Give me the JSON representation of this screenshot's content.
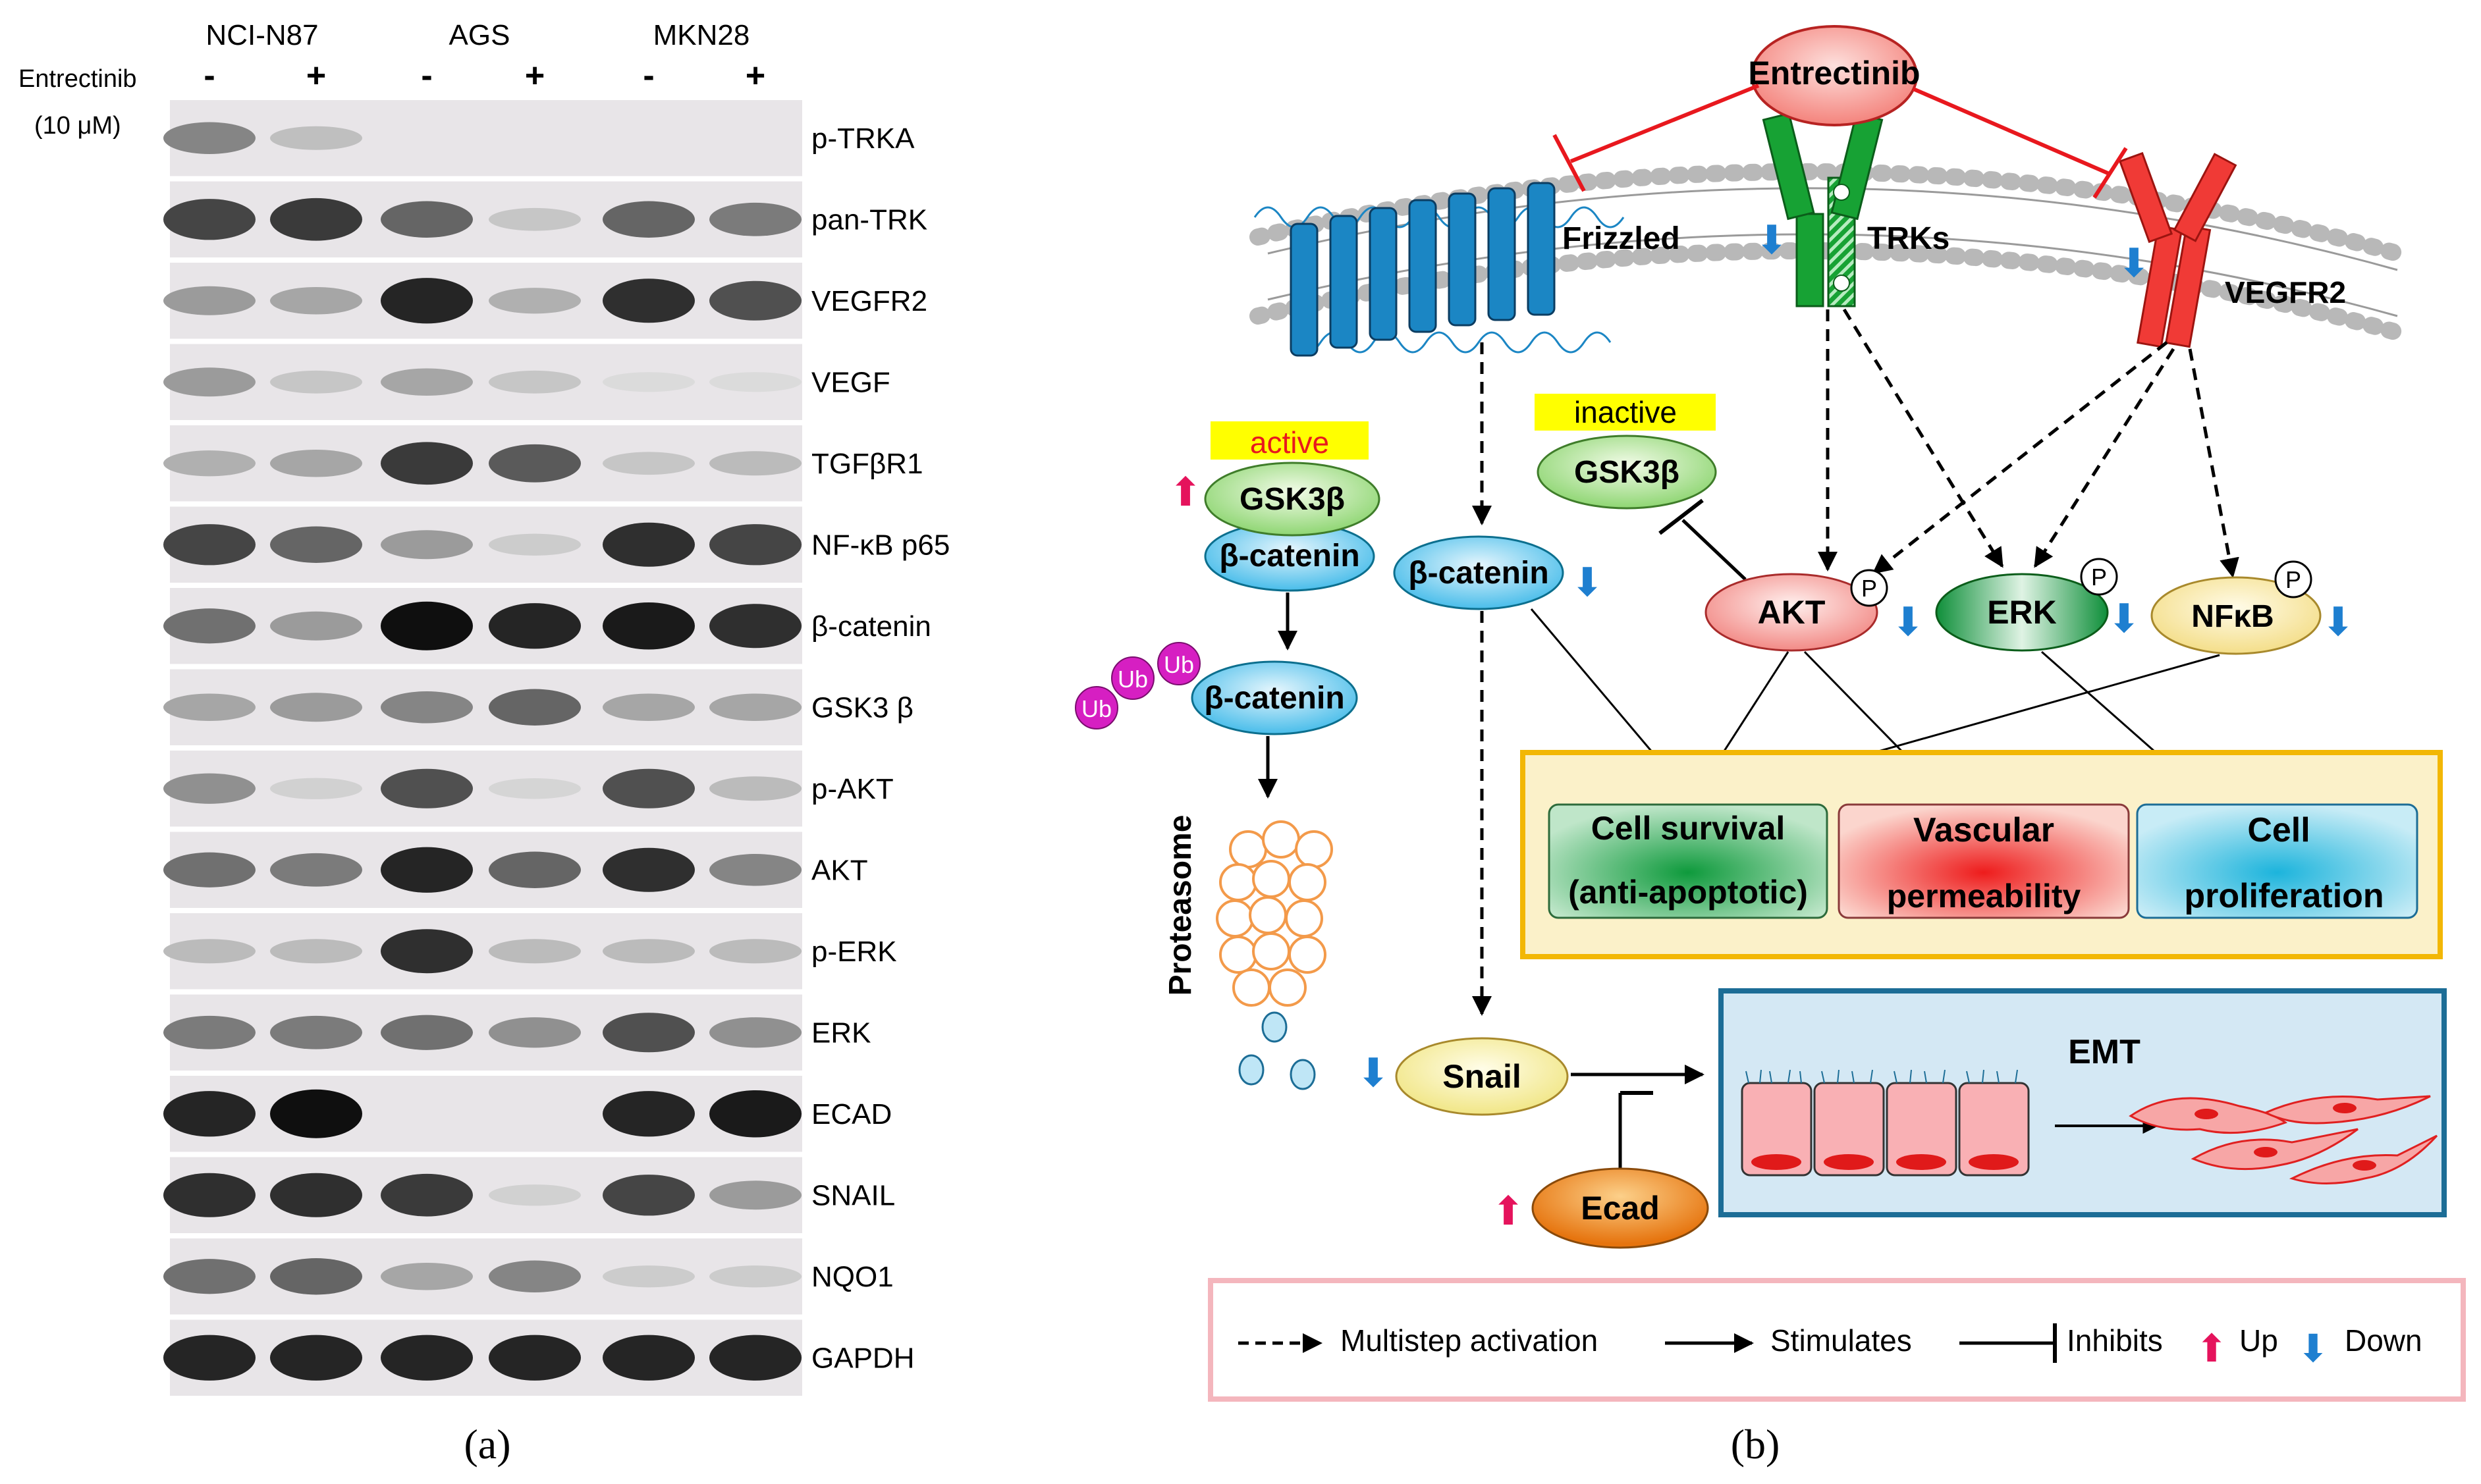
{
  "panel_a": {
    "caption": "(a)",
    "treatment_label": "Entrectinib",
    "dose_label": "(10 μM)",
    "cell_lines": [
      "NCI-N87",
      "AGS",
      "MKN28"
    ],
    "lane_signs": [
      "-",
      "+",
      "-",
      "+",
      "-",
      "+"
    ],
    "blots": [
      {
        "label": "p-TRKA",
        "bands": [
          0.45,
          0.18,
          0.0,
          0.0,
          0.0,
          0.0
        ]
      },
      {
        "label": "pan-TRK",
        "bands": [
          0.75,
          0.8,
          0.6,
          0.15,
          0.6,
          0.5
        ]
      },
      {
        "label": "VEGFR2",
        "bands": [
          0.35,
          0.3,
          0.9,
          0.25,
          0.85,
          0.7
        ]
      },
      {
        "label": "VEGF",
        "bands": [
          0.35,
          0.15,
          0.3,
          0.15,
          0.05,
          0.05
        ]
      },
      {
        "label": "TGFβR1",
        "bands": [
          0.25,
          0.3,
          0.8,
          0.65,
          0.15,
          0.2
        ]
      },
      {
        "label": "NF-κB p65",
        "bands": [
          0.75,
          0.6,
          0.35,
          0.12,
          0.85,
          0.75
        ]
      },
      {
        "label": "β-catenin",
        "bands": [
          0.55,
          0.35,
          1.0,
          0.9,
          0.95,
          0.85
        ]
      },
      {
        "label": "GSK3 β",
        "bands": [
          0.3,
          0.35,
          0.45,
          0.6,
          0.3,
          0.3
        ]
      },
      {
        "label": "p-AKT",
        "bands": [
          0.4,
          0.1,
          0.7,
          0.08,
          0.7,
          0.2
        ]
      },
      {
        "label": "AKT",
        "bands": [
          0.55,
          0.5,
          0.9,
          0.6,
          0.85,
          0.45
        ]
      },
      {
        "label": "p-ERK",
        "bands": [
          0.2,
          0.2,
          0.85,
          0.2,
          0.2,
          0.2
        ]
      },
      {
        "label": "ERK",
        "bands": [
          0.5,
          0.5,
          0.55,
          0.4,
          0.7,
          0.4
        ]
      },
      {
        "label": "ECAD",
        "bands": [
          0.9,
          1.0,
          0.0,
          0.0,
          0.9,
          0.95
        ]
      },
      {
        "label": "SNAIL",
        "bands": [
          0.85,
          0.85,
          0.8,
          0.1,
          0.75,
          0.35
        ]
      },
      {
        "label": "NQO1",
        "bands": [
          0.55,
          0.6,
          0.3,
          0.45,
          0.12,
          0.12
        ]
      },
      {
        "label": "GAPDH",
        "bands": [
          0.9,
          0.9,
          0.9,
          0.9,
          0.9,
          0.9
        ]
      }
    ]
  },
  "panel_b": {
    "caption": "(b)",
    "drug": "Entrectinib",
    "receptors": {
      "frizzled": "Frizzled",
      "trks": "TRKs",
      "vegfr2": "VEGFR2"
    },
    "active_tag": "active",
    "inactive_tag": "inactive",
    "gsk3b": "GSK3β",
    "beta_catenin": "β-catenin",
    "ub": "Ub",
    "proteasome": "Proteasome",
    "akt": "AKT",
    "erk": "ERK",
    "nfkb": "NFκB",
    "p": "P",
    "outcomes": [
      {
        "line1": "Cell survival",
        "line2": "(anti-apoptotic)"
      },
      {
        "line1": "Vascular",
        "line2": "permeability"
      },
      {
        "line1": "Cell",
        "line2": "proliferation"
      }
    ],
    "snail": "Snail",
    "ecad": "Ecad",
    "emt": "EMT",
    "legend": {
      "multistep": "Multistep activation",
      "stimulates": "Stimulates",
      "inhibits": "Inhibits",
      "up": "Up",
      "down": "Down"
    },
    "colors": {
      "inhibit_red": "#e8181e",
      "frizzled_blue": "#1b86c4",
      "trk_green": "#17a234",
      "vegfr_red": "#f03a36",
      "up_arrow": "#e5135c",
      "down_arrow": "#1e7fd0",
      "outcome_border": "#f2b705",
      "emt_border": "#1c6d96"
    }
  }
}
